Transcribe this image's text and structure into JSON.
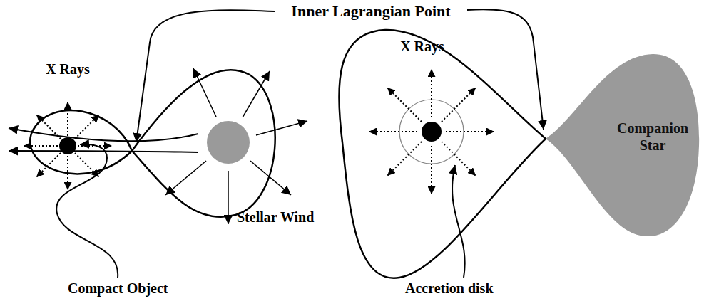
{
  "diagram": {
    "nodes": [
      {
        "text": [
          "Companion Star"
        ]
      }
    ],
    "labels": [
      "Inner Lagrangian Point",
      "X Rays",
      "Stellar Wind",
      "Compact Object",
      "X Rays",
      "Accretion disk"
    ]
  }
}
